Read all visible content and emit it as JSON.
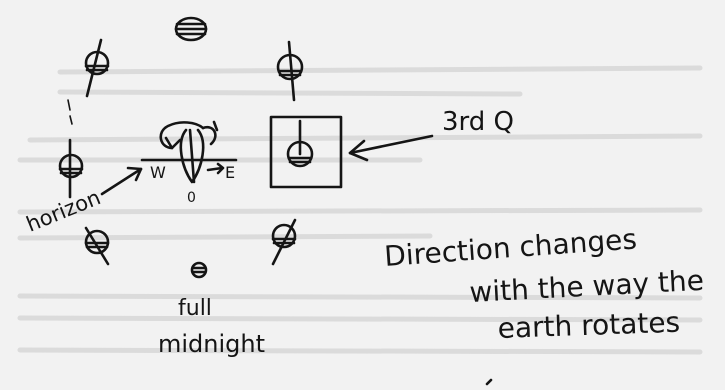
{
  "labels": {
    "third_quarter": "3rd Q",
    "horizon": "horizon",
    "west": "W",
    "east": "E",
    "observer_mark": "0",
    "full": "full",
    "midnight": "midnight",
    "direction_line1": "Direction changes",
    "direction_line2": "with the way the",
    "direction_line3": "earth rotates"
  }
}
